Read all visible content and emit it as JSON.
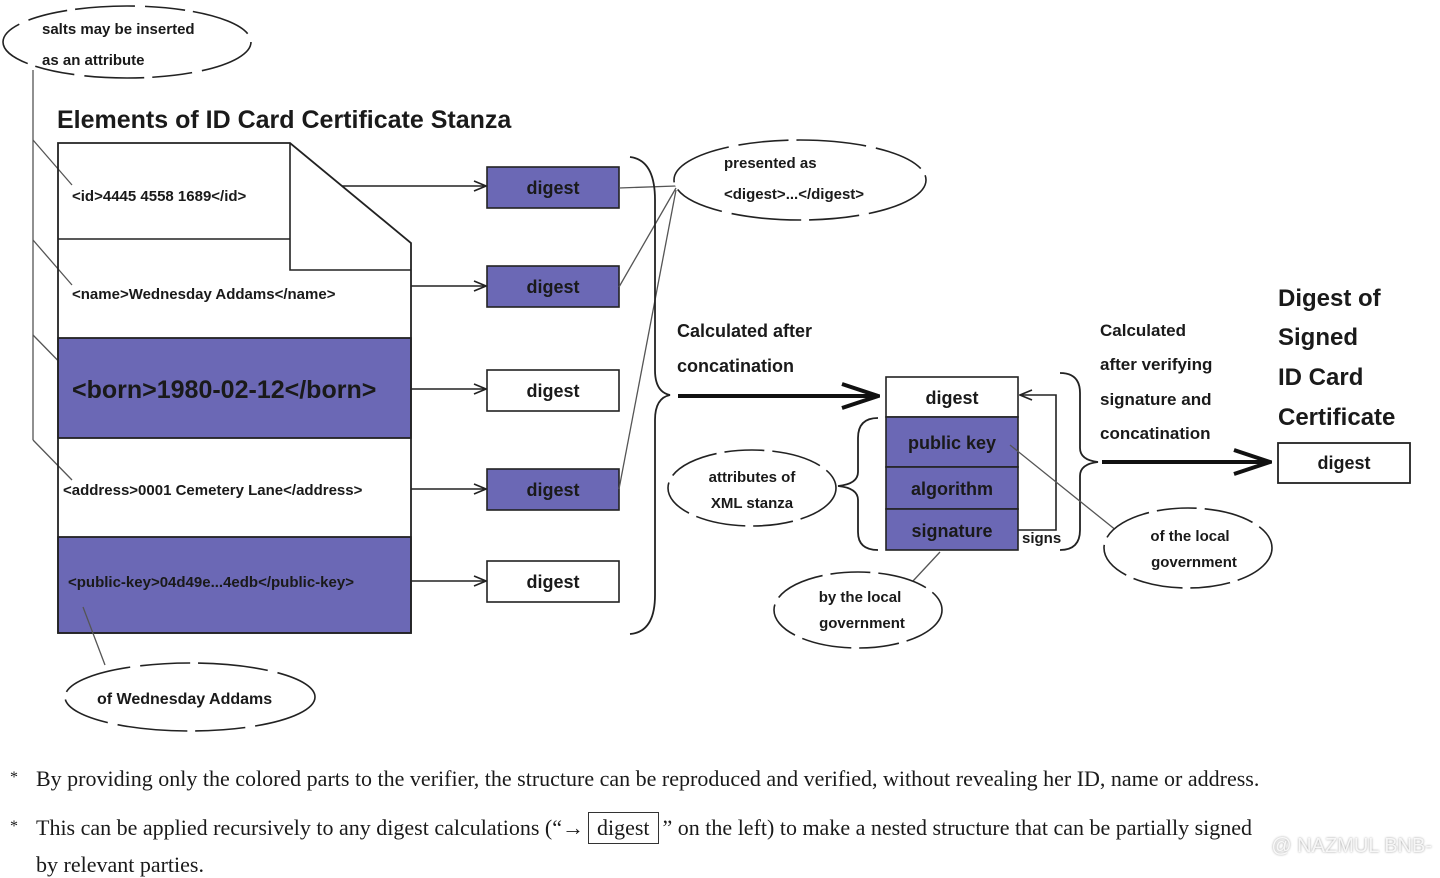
{
  "colors": {
    "accent_purple": "#6b68b5",
    "stroke": "#222222",
    "text": "#1a1a1a"
  },
  "title": "Elements of ID Card Certificate Stanza",
  "callouts": {
    "salts": [
      "salts may be inserted",
      "as an attribute"
    ],
    "presented": [
      "presented as",
      "<digest>...</digest>"
    ],
    "owner": "of Wednesday Addams",
    "attributes": [
      "attributes of",
      "XML stanza"
    ],
    "signer": [
      "by the local",
      "government"
    ],
    "key_owner": [
      "of the local",
      "government"
    ]
  },
  "stanza_elements": [
    {
      "text": "<id>4445 4558 1689</id>",
      "colored": false,
      "digest_colored": true
    },
    {
      "text": "<name>Wednesday Addams</name>",
      "colored": false,
      "digest_colored": true
    },
    {
      "text": "<born>1980-02-12</born>",
      "colored": true,
      "digest_colored": false
    },
    {
      "text": "<address>0001 Cemetery Lane</address>",
      "colored": false,
      "digest_colored": true
    },
    {
      "text": "<public-key>04d49e...4edb</public-key>",
      "colored": true,
      "digest_colored": false
    }
  ],
  "digest_label": "digest",
  "concat_label": [
    "Calculated after",
    "concatination"
  ],
  "signed_stanza": {
    "digest": "digest",
    "public_key": "public key",
    "algorithm": "algorithm",
    "signature": "signature",
    "signs_label": "signs"
  },
  "verify_label": [
    "Calculated",
    "after verifying",
    "signature and",
    "concatination"
  ],
  "result": {
    "title": [
      "Digest of",
      "Signed",
      "ID Card",
      "Certificate"
    ],
    "digest": "digest"
  },
  "notes": {
    "bullet": "*",
    "note1": "By providing only the colored parts to the verifier, the structure can be reproduced and verified, without revealing her ID, name or address.",
    "note2_before": "This can be applied recursively to  any digest calculations (“→",
    "note2_box": "digest",
    "note2_after": "” on the left) to  make a nested structure that can be partially signed",
    "note3": "by relevant parties."
  },
  "watermark": "@ NAZMUL BNB-"
}
